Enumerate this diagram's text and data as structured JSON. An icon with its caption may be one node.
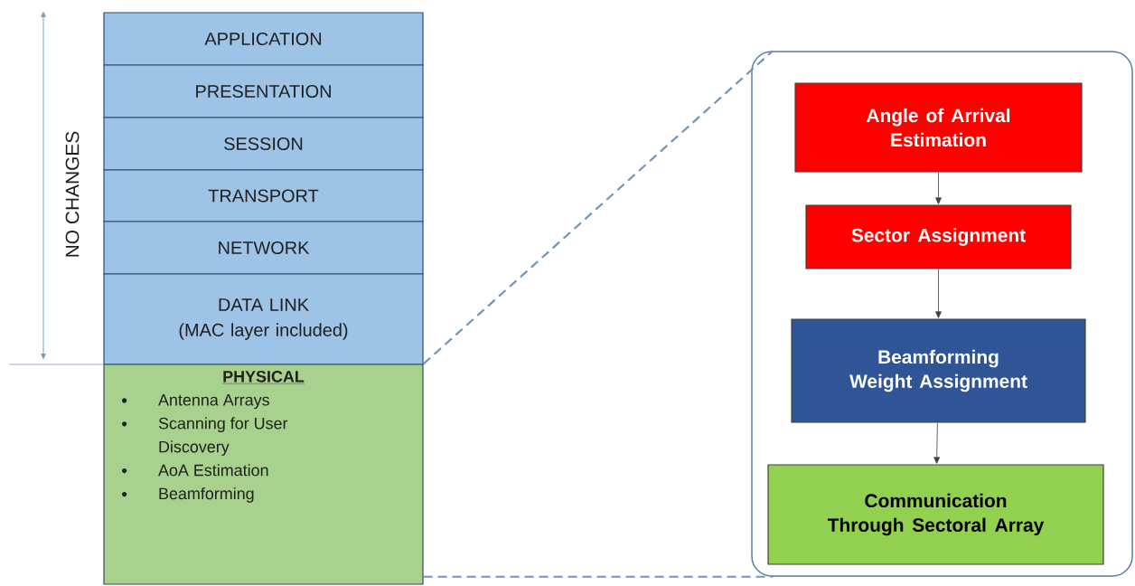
{
  "diagram": {
    "nodes": [
      {
        "text": [
          "APPLICATION"
        ]
      },
      {
        "text": [
          "PRESENTATION"
        ]
      },
      {
        "text": [
          "SESSION"
        ]
      },
      {
        "text": [
          "TRANSPORT"
        ]
      },
      {
        "text": [
          "NETWORK"
        ]
      },
      {
        "text": [
          "DATA LINK",
          "(MAC layer included)"
        ]
      },
      {
        "text": [
          "PHYSICAL",
          "Antenna Arrays",
          "Scanning for User Discovery",
          "AoA Estimation",
          "Beamforming"
        ]
      },
      {
        "text": [],
        "shape": "box"
      },
      {
        "text": [
          "Angle of Arrival Estimation"
        ],
        "in": 7
      },
      {
        "text": [
          "Sector Assignment"
        ],
        "in": 7
      },
      {
        "text": [
          "Beamforming Weight Assignment"
        ],
        "in": 7
      },
      {
        "text": [
          "Communication Through Sectoral Array"
        ],
        "in": 7
      }
    ],
    "edges": [
      {
        "from": 6,
        "to": 7,
        "arrow": "none",
        "style": "dashed",
        "color": "#6f94bd"
      },
      {
        "from": 6,
        "to": 7,
        "arrow": "none",
        "style": "dashed",
        "color": "#6f94bd"
      },
      {
        "from": 8,
        "to": 9,
        "arrow": "to"
      },
      {
        "from": 9,
        "to": 10,
        "arrow": "to"
      },
      {
        "from": 10,
        "to": 11,
        "arrow": "to"
      }
    ],
    "labels": [
      "NO CHANGES"
    ]
  }
}
